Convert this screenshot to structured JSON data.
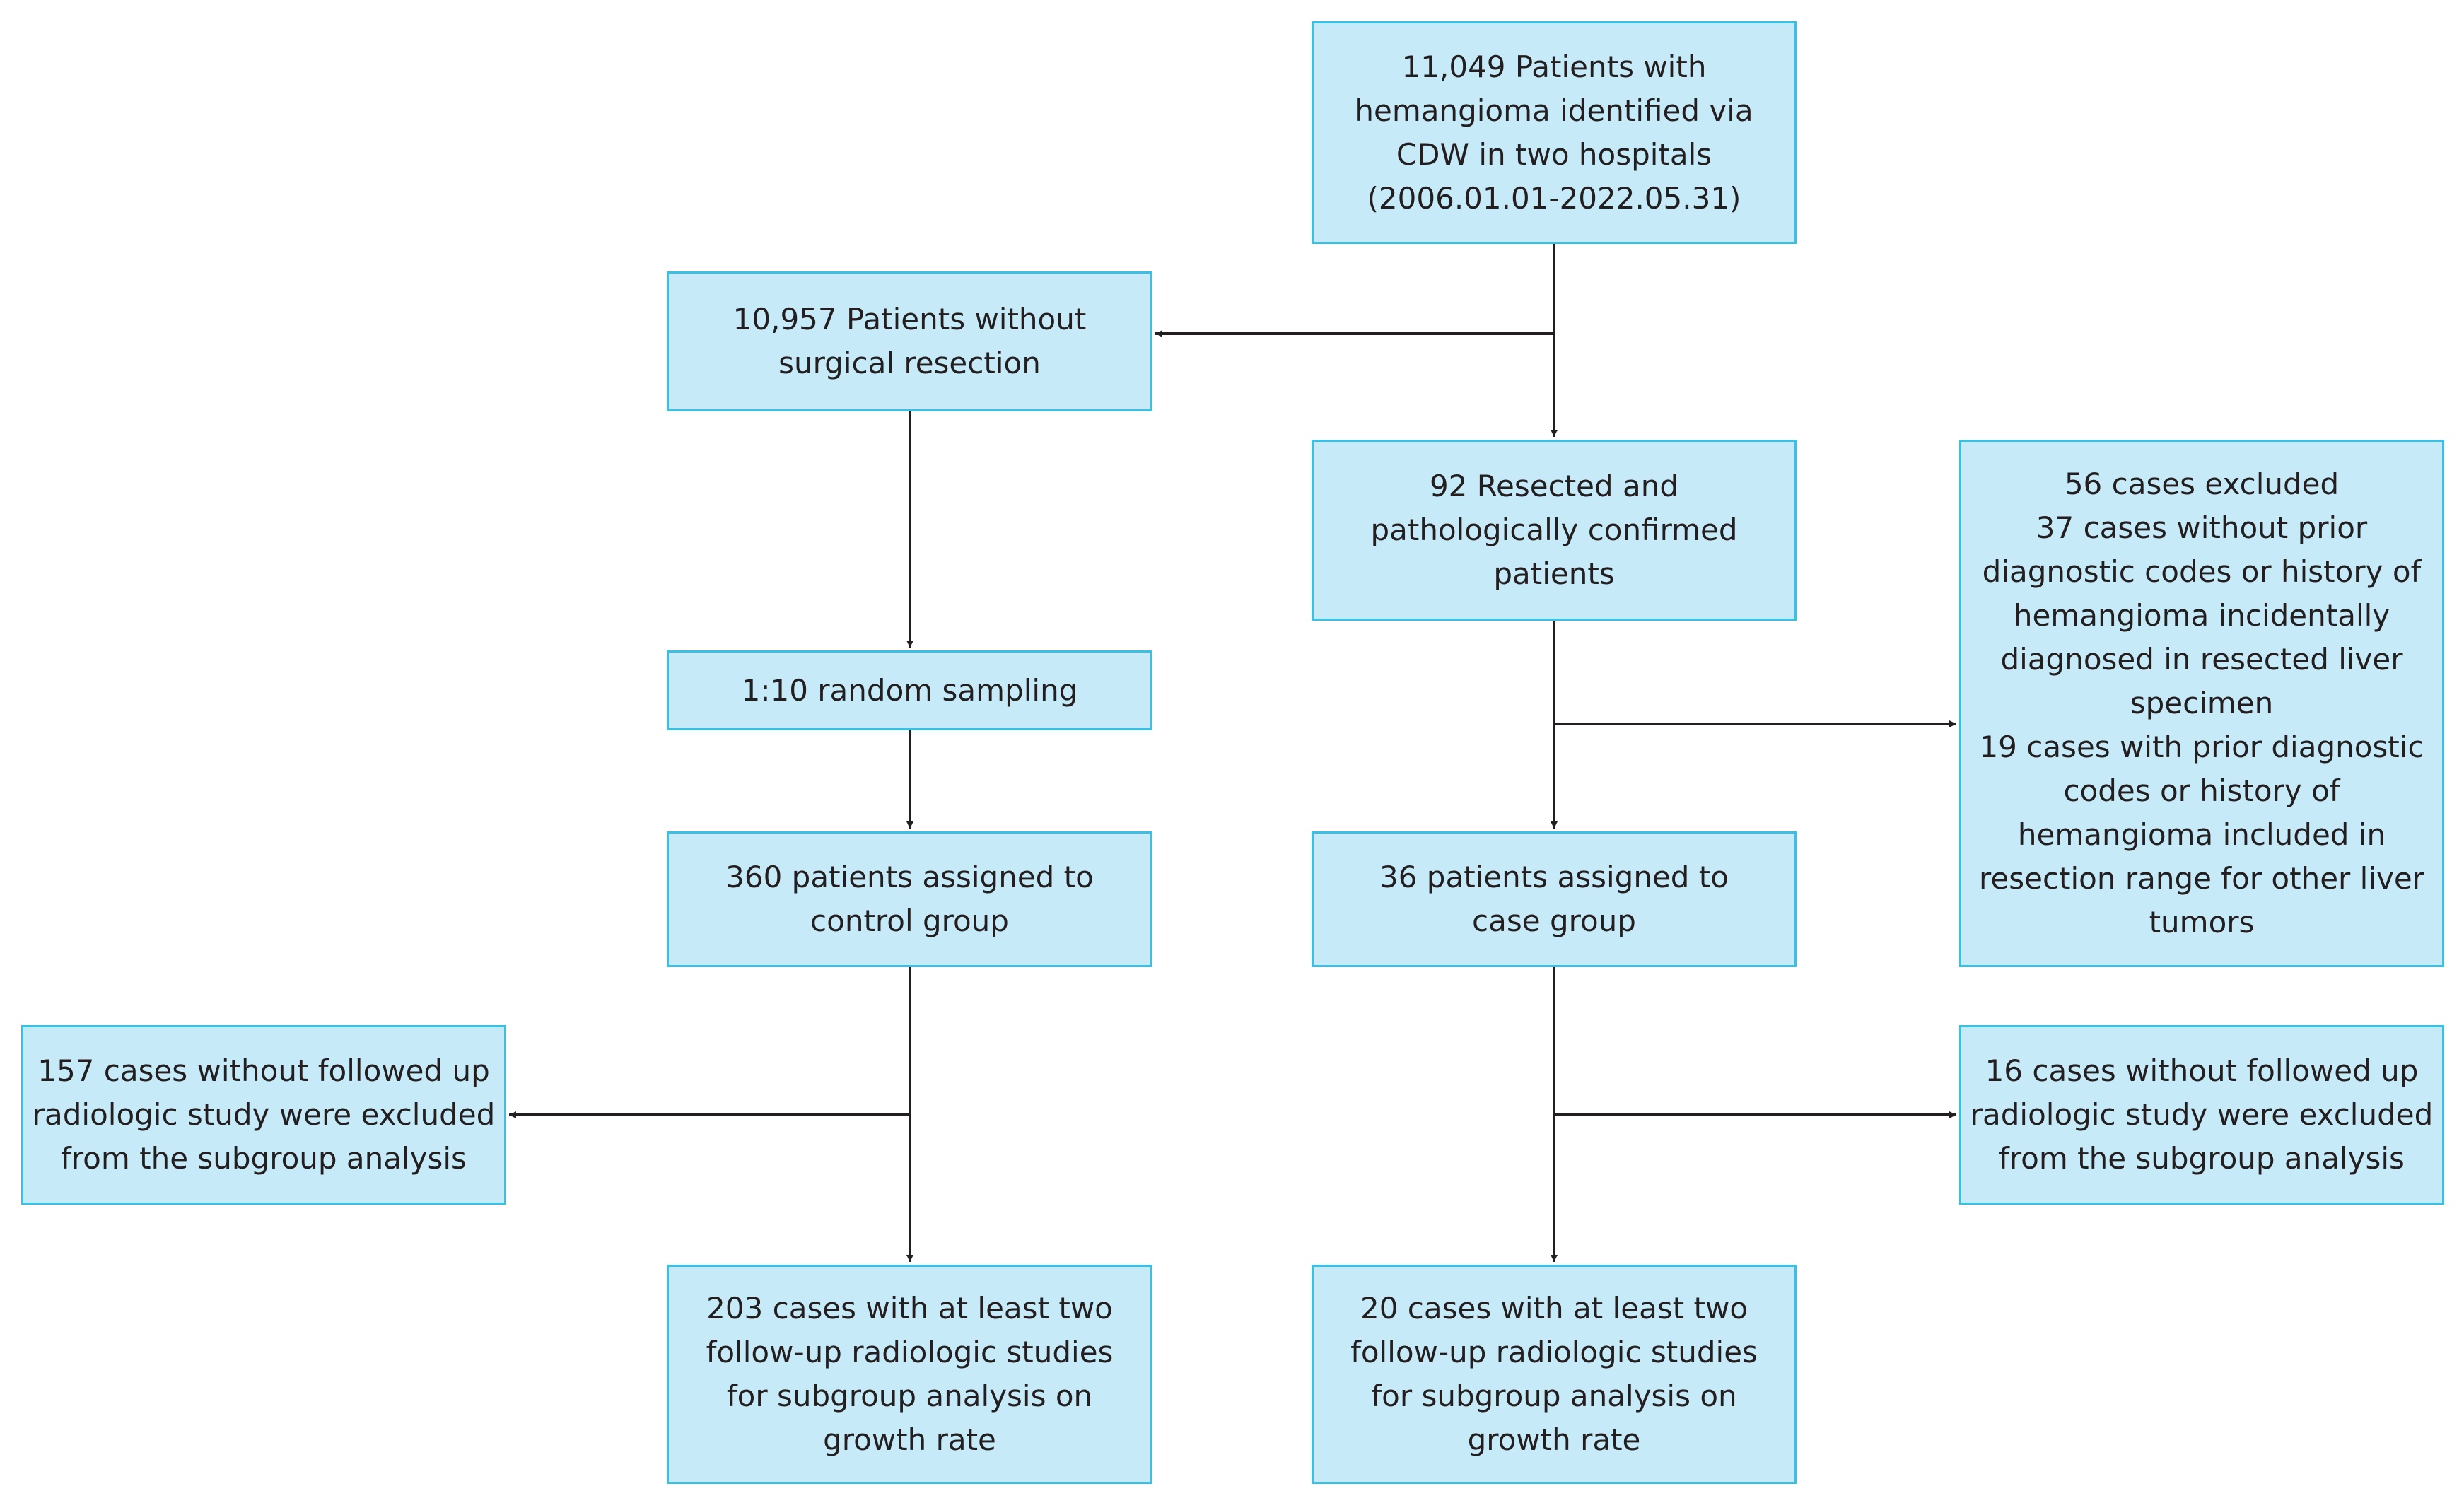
{
  "colors": {
    "box_fill": "#c7eaf8",
    "box_border": "#3bbfe3",
    "text": "#231f20",
    "arrow": "#231f20"
  },
  "boxes": {
    "total": {
      "lines": [
        "11,049 Patients with",
        "hemangioma identified via",
        "CDW in two hospitals",
        "(2006.01.01-2022.05.31)"
      ]
    },
    "no_resection": {
      "lines": [
        "10,957 Patients without",
        "surgical resection"
      ]
    },
    "resected": {
      "lines": [
        "92 Resected and",
        "pathologically confirmed",
        "patients"
      ]
    },
    "excluded_56": {
      "lines": [
        "56 cases excluded",
        "37 cases without prior",
        "diagnostic codes or history of",
        "hemangioma incidentally",
        "diagnosed in resected liver",
        "specimen",
        "19 cases with prior diagnostic",
        "codes or history of",
        "hemangioma included in",
        "resection range for other liver",
        "tumors"
      ]
    },
    "sampling": {
      "lines": [
        "1:10 random sampling"
      ]
    },
    "control": {
      "lines": [
        "360 patients assigned to",
        "control group"
      ]
    },
    "case": {
      "lines": [
        "36 patients assigned to",
        "case group"
      ]
    },
    "excluded_157": {
      "lines": [
        "157 cases without followed up",
        "radiologic study were excluded",
        "from the subgroup analysis"
      ]
    },
    "excluded_16": {
      "lines": [
        "16 cases without followed up",
        "radiologic study were excluded",
        "from the subgroup analysis"
      ]
    },
    "control_followup": {
      "lines": [
        "203 cases with at least two",
        "follow-up radiologic studies",
        "for subgroup analysis on",
        "growth rate"
      ]
    },
    "case_followup": {
      "lines": [
        "20 cases with at least two",
        "follow-up radiologic studies",
        "for subgroup analysis on",
        "growth rate"
      ]
    }
  }
}
